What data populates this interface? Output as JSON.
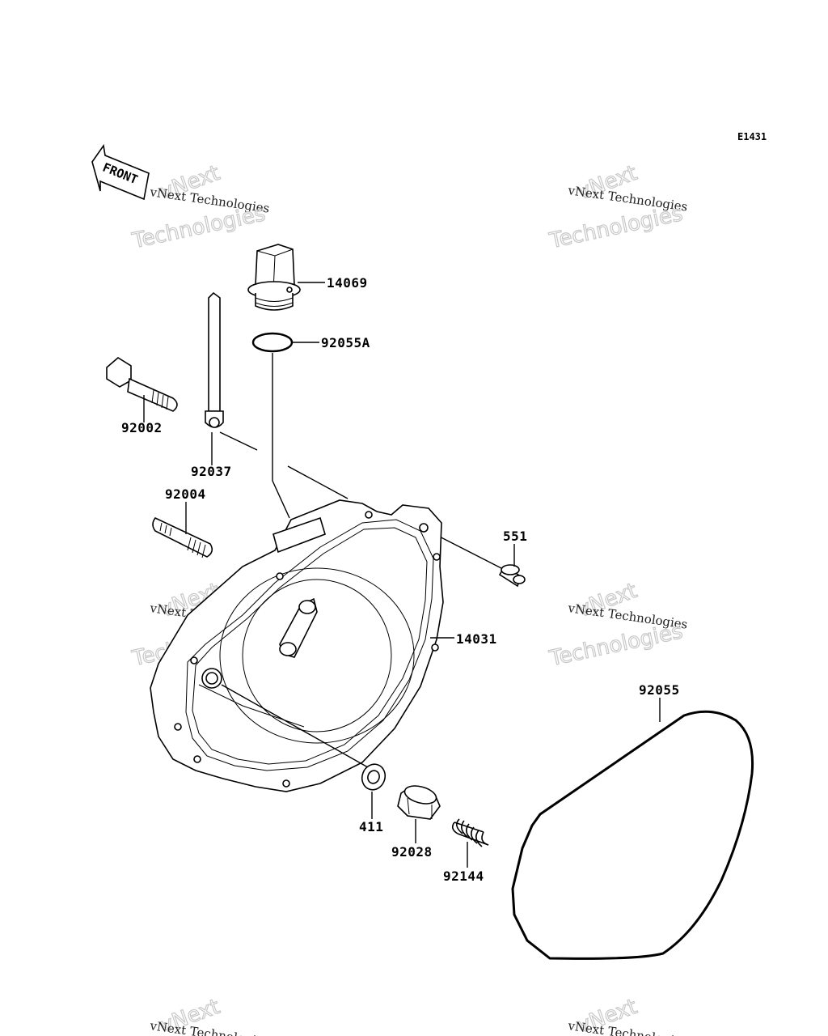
{
  "diagram": {
    "code": "E1431",
    "front_label": "FRONT",
    "parts": [
      {
        "id": "oil-filler-cap",
        "number": "14069"
      },
      {
        "id": "o-ring-cap",
        "number": "92055A"
      },
      {
        "id": "flange-bolt",
        "number": "92002"
      },
      {
        "id": "clamp",
        "number": "92037"
      },
      {
        "id": "stud",
        "number": "92004"
      },
      {
        "id": "dowel-pin",
        "number": "551"
      },
      {
        "id": "clutch-cover",
        "number": "14031"
      },
      {
        "id": "cover-gasket",
        "number": "92055"
      },
      {
        "id": "oil-seal",
        "number": "411"
      },
      {
        "id": "collar",
        "number": "92028"
      },
      {
        "id": "spring",
        "number": "92144"
      }
    ]
  },
  "watermark": {
    "line1": "vNext Technologies",
    "line2": "vNext",
    "line3": "Technologies"
  }
}
